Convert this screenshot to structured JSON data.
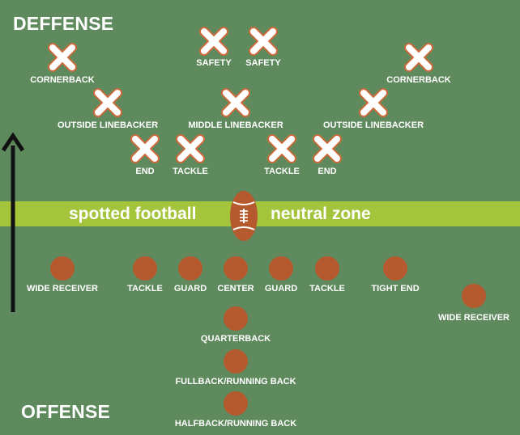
{
  "titles": {
    "defense": "DEFFENSE",
    "offense": "OFFENSE"
  },
  "neutral_zone": {
    "left_label": "spotted football",
    "right_label": "neutral zone"
  },
  "colors": {
    "field": "#5f8a5e",
    "zone_band": "#a4c43c",
    "defense_x_fill": "#ffffff",
    "defense_x_outline": "#cc6a3a",
    "offense_player": "#b55a2e",
    "football": "#b55a2e",
    "arrow": "#111111"
  },
  "icons": {
    "defense_player": "x-mark-icon",
    "offense_player": "circle-icon",
    "ball": "football-icon",
    "direction": "up-arrow-icon"
  },
  "defense": [
    {
      "id": "safety-1",
      "label": "SAFETY"
    },
    {
      "id": "safety-2",
      "label": "SAFETY"
    },
    {
      "id": "cornerback-left",
      "label": "CORNERBACK"
    },
    {
      "id": "cornerback-right",
      "label": "CORNERBACK"
    },
    {
      "id": "outside-linebacker-left",
      "label": "OUTSIDE LINEBACKER"
    },
    {
      "id": "middle-linebacker",
      "label": "MIDDLE LINEBACKER"
    },
    {
      "id": "outside-linebacker-right",
      "label": "OUTSIDE LINEBACKER"
    },
    {
      "id": "end-left",
      "label": "END"
    },
    {
      "id": "tackle-left",
      "label": "TACKLE"
    },
    {
      "id": "tackle-right",
      "label": "TACKLE"
    },
    {
      "id": "end-right",
      "label": "END"
    }
  ],
  "offense": [
    {
      "id": "wide-receiver-left",
      "label": "WIDE RECEIVER"
    },
    {
      "id": "tackle-left",
      "label": "TACKLE"
    },
    {
      "id": "guard-left",
      "label": "GUARD"
    },
    {
      "id": "center",
      "label": "CENTER"
    },
    {
      "id": "guard-right",
      "label": "GUARD"
    },
    {
      "id": "tackle-right",
      "label": "TACKLE"
    },
    {
      "id": "tight-end",
      "label": "TIGHT END"
    },
    {
      "id": "wide-receiver-right",
      "label": "WIDE RECEIVER"
    },
    {
      "id": "quarterback",
      "label": "QUARTERBACK"
    },
    {
      "id": "fullback",
      "label": "FULLBACK/RUNNING BACK"
    },
    {
      "id": "halfback",
      "label": "HALFBACK/RUNNING BACK"
    }
  ]
}
